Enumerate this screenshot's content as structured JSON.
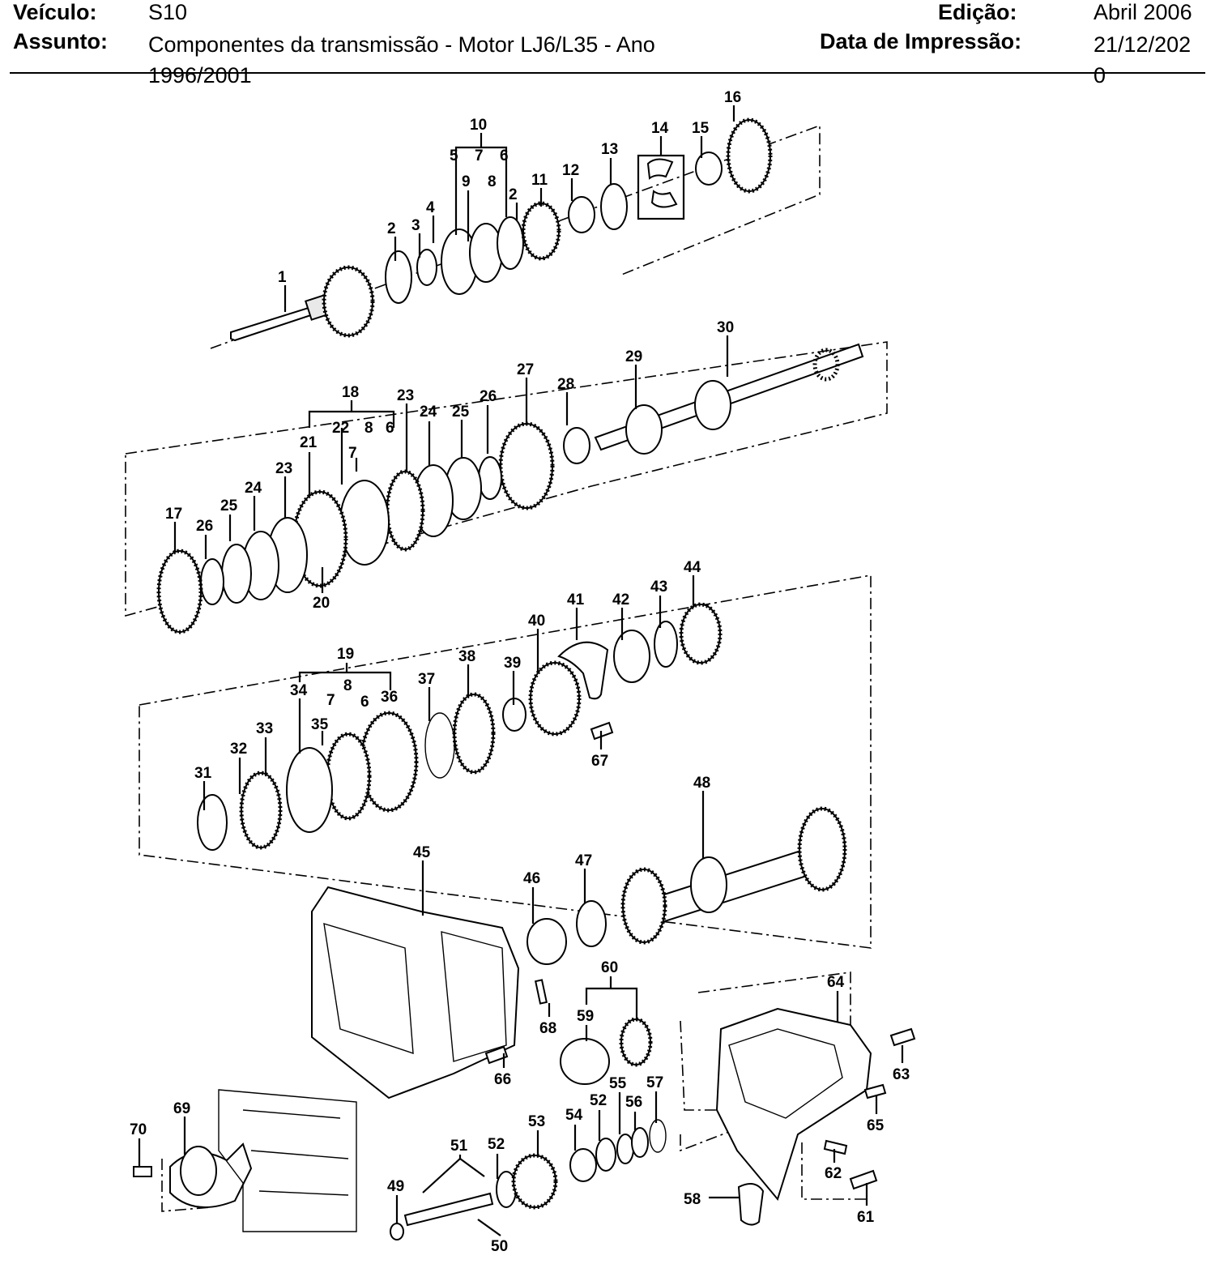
{
  "header": {
    "vehicle_label": "Veículo:",
    "vehicle_value": "S10",
    "subject_label": "Assunto:",
    "subject_value": "Componentes da transmissão - Motor LJ6/L35 - Ano 1996/2001",
    "edition_label": "Edição:",
    "edition_value": "Abril 2006",
    "print_date_label": "Data de Impressão:",
    "print_date_value": "21/12/2020"
  },
  "callouts": [
    "1",
    "2",
    "3",
    "4",
    "5",
    "6",
    "7",
    "8",
    "9",
    "10",
    "11",
    "12",
    "13",
    "14",
    "15",
    "16",
    "17",
    "18",
    "19",
    "20",
    "21",
    "22",
    "23",
    "24",
    "25",
    "26",
    "27",
    "28",
    "29",
    "30",
    "31",
    "32",
    "33",
    "34",
    "35",
    "36",
    "37",
    "38",
    "39",
    "40",
    "41",
    "42",
    "43",
    "44",
    "45",
    "46",
    "47",
    "48",
    "49",
    "50",
    "51",
    "52",
    "53",
    "54",
    "55",
    "56",
    "57",
    "58",
    "59",
    "60",
    "61",
    "62",
    "63",
    "64",
    "65",
    "66",
    "67",
    "68",
    "69",
    "70"
  ]
}
